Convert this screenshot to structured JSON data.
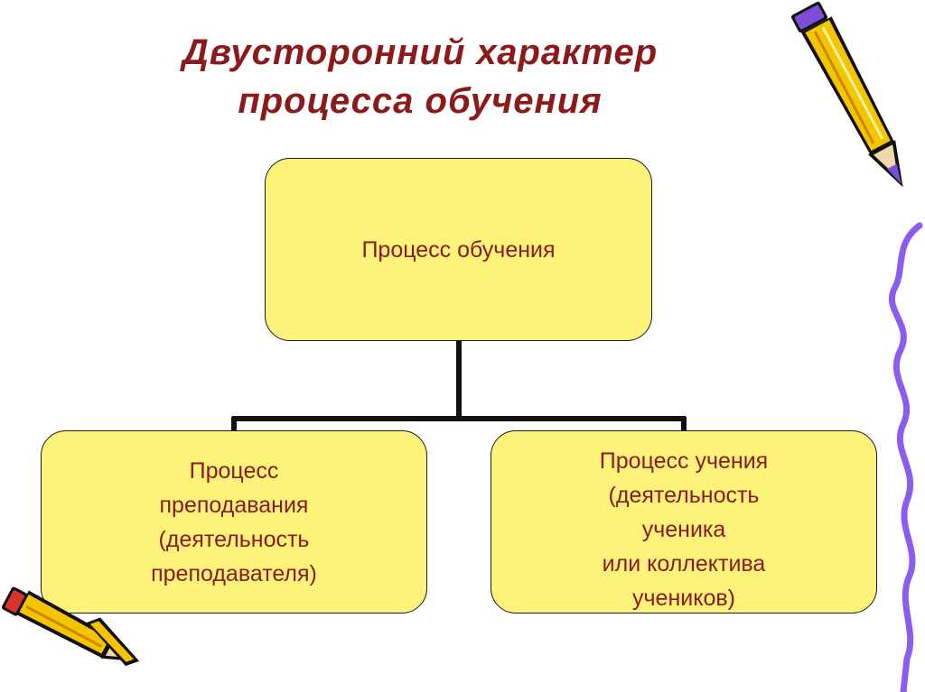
{
  "title": {
    "line1": "Двусторонний характер",
    "line2": "процесса обучения"
  },
  "diagram": {
    "root": {
      "lines": [
        "Процесс обучения"
      ]
    },
    "children": [
      {
        "lines": [
          "Процесс",
          "преподавания",
          "(деятельность",
          "преподавателя)"
        ]
      },
      {
        "lines": [
          "Процесс учения",
          "(деятельность",
          "ученика",
          "или коллектива",
          "учеников)"
        ]
      }
    ]
  },
  "colors": {
    "title": "#8b1a1a",
    "box_fill": "#fdf37a",
    "box_text": "#8b1a1a",
    "connector": "#111111",
    "pencil_body": "#f5c400",
    "pencil_tip": "#7a4fd6",
    "squiggle": "#8a5cf0"
  },
  "decorations": [
    "pencil-icon",
    "pencil-icon",
    "squiggle-line"
  ]
}
